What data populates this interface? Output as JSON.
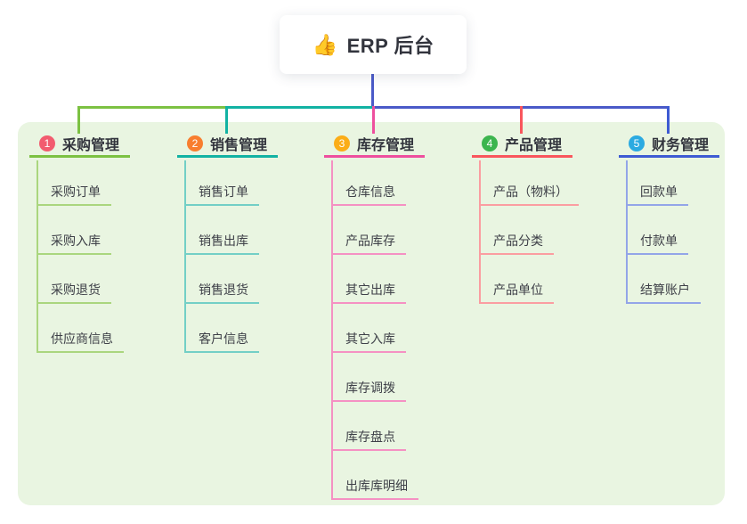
{
  "root": {
    "icon": "👍",
    "title": "ERP 后台"
  },
  "canvas": {
    "page_background": "#ffffff",
    "panel_background": "#e9f5e1"
  },
  "connectors": {
    "root_line_color": "#4a5ac8",
    "bus_segment_colors": [
      "#7cc142",
      "#12b2a3",
      "#4a5ac8"
    ]
  },
  "branches": [
    {
      "badge": "1",
      "badge_color": "#f25c6f",
      "label": "采购管理",
      "line_color": "#7cc142",
      "child_line_color": "#aad67e",
      "children": [
        "采购订单",
        "采购入库",
        "采购退货",
        "供应商信息"
      ]
    },
    {
      "badge": "2",
      "badge_color": "#f87e2f",
      "label": "销售管理",
      "line_color": "#12b2a3",
      "child_line_color": "#73cfc6",
      "children": [
        "销售订单",
        "销售出库",
        "销售退货",
        "客户信息"
      ]
    },
    {
      "badge": "3",
      "badge_color": "#fbad17",
      "label": "库存管理",
      "line_color": "#ee4f9e",
      "child_line_color": "#f591c3",
      "children": [
        "仓库信息",
        "产品库存",
        "其它出库",
        "其它入库",
        "库存调拨",
        "库存盘点",
        "出库库明细"
      ]
    },
    {
      "badge": "4",
      "badge_color": "#3cb54e",
      "label": "产品管理",
      "line_color": "#f9565d",
      "child_line_color": "#fb9da1",
      "children": [
        "产品（物料）",
        "产品分类",
        "产品单位"
      ]
    },
    {
      "badge": "5",
      "badge_color": "#2baae1",
      "label": "财务管理",
      "line_color": "#3e5bd3",
      "child_line_color": "#93a5e8",
      "children": [
        "回款单",
        "付款单",
        "结算账户"
      ]
    }
  ]
}
